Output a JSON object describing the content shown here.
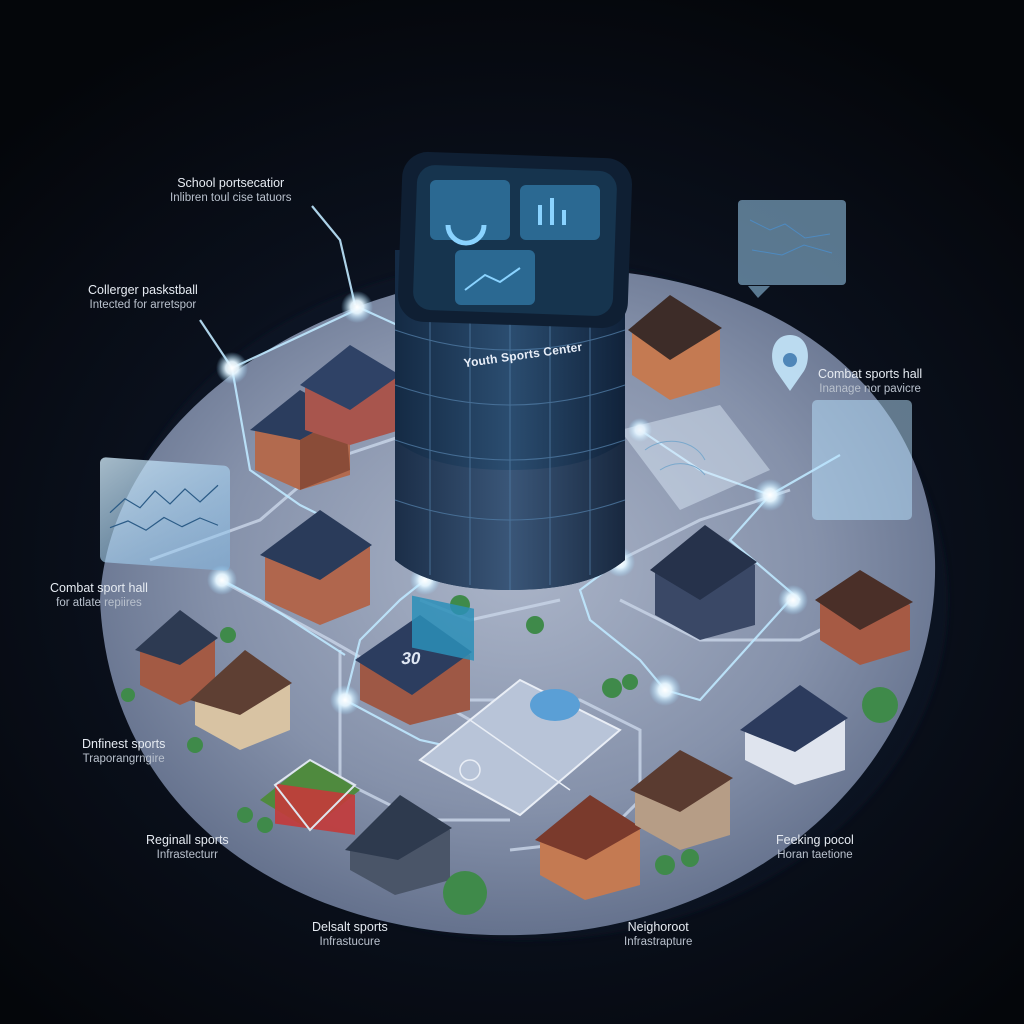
{
  "diagram": {
    "center_sign": "Youth Sports Center",
    "court_number": "30",
    "labels": [
      {
        "line1": "School portsecatior",
        "line2": "Inlibren toul cise tatuors"
      },
      {
        "line1": "Collerger paskstball",
        "line2": "Intected for arretspor"
      },
      {
        "line1": "Combat sports hall",
        "line2": "Inanage nor pavicre"
      },
      {
        "line1": "Combat sport hall",
        "line2": "for atlate repiires"
      },
      {
        "line1": "Dnfinest sports",
        "line2": "Traporangrngire"
      },
      {
        "line1": "Reginall sports",
        "line2": "Infrastecturr"
      },
      {
        "line1": "Feeking pocol",
        "line2": "Horan taetione"
      },
      {
        "line1": "Delsalt sports",
        "line2": "Infrastucure"
      },
      {
        "line1": "Neighoroot",
        "line2": "Infrastrapture"
      }
    ]
  },
  "colors": {
    "background": "#05070c",
    "platform": "#8e9ab3",
    "glow_line": "#bfe8ff",
    "tower_glass": "#1c3550",
    "panel": "#8fd0ff"
  },
  "icons": [
    "pin-icon",
    "map-icon",
    "basketball-court-icon",
    "tree-icon"
  ]
}
